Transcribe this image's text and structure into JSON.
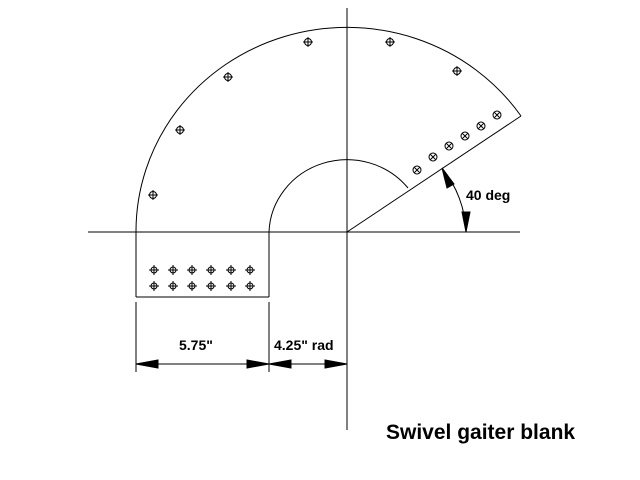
{
  "labels": {
    "width_dim": "5.75\"",
    "radius_dim": "4.25\" rad",
    "angle_dim": "40 deg",
    "title": "Swivel gaiter blank"
  },
  "colors": {
    "line": "#000000",
    "background": "#ffffff"
  }
}
